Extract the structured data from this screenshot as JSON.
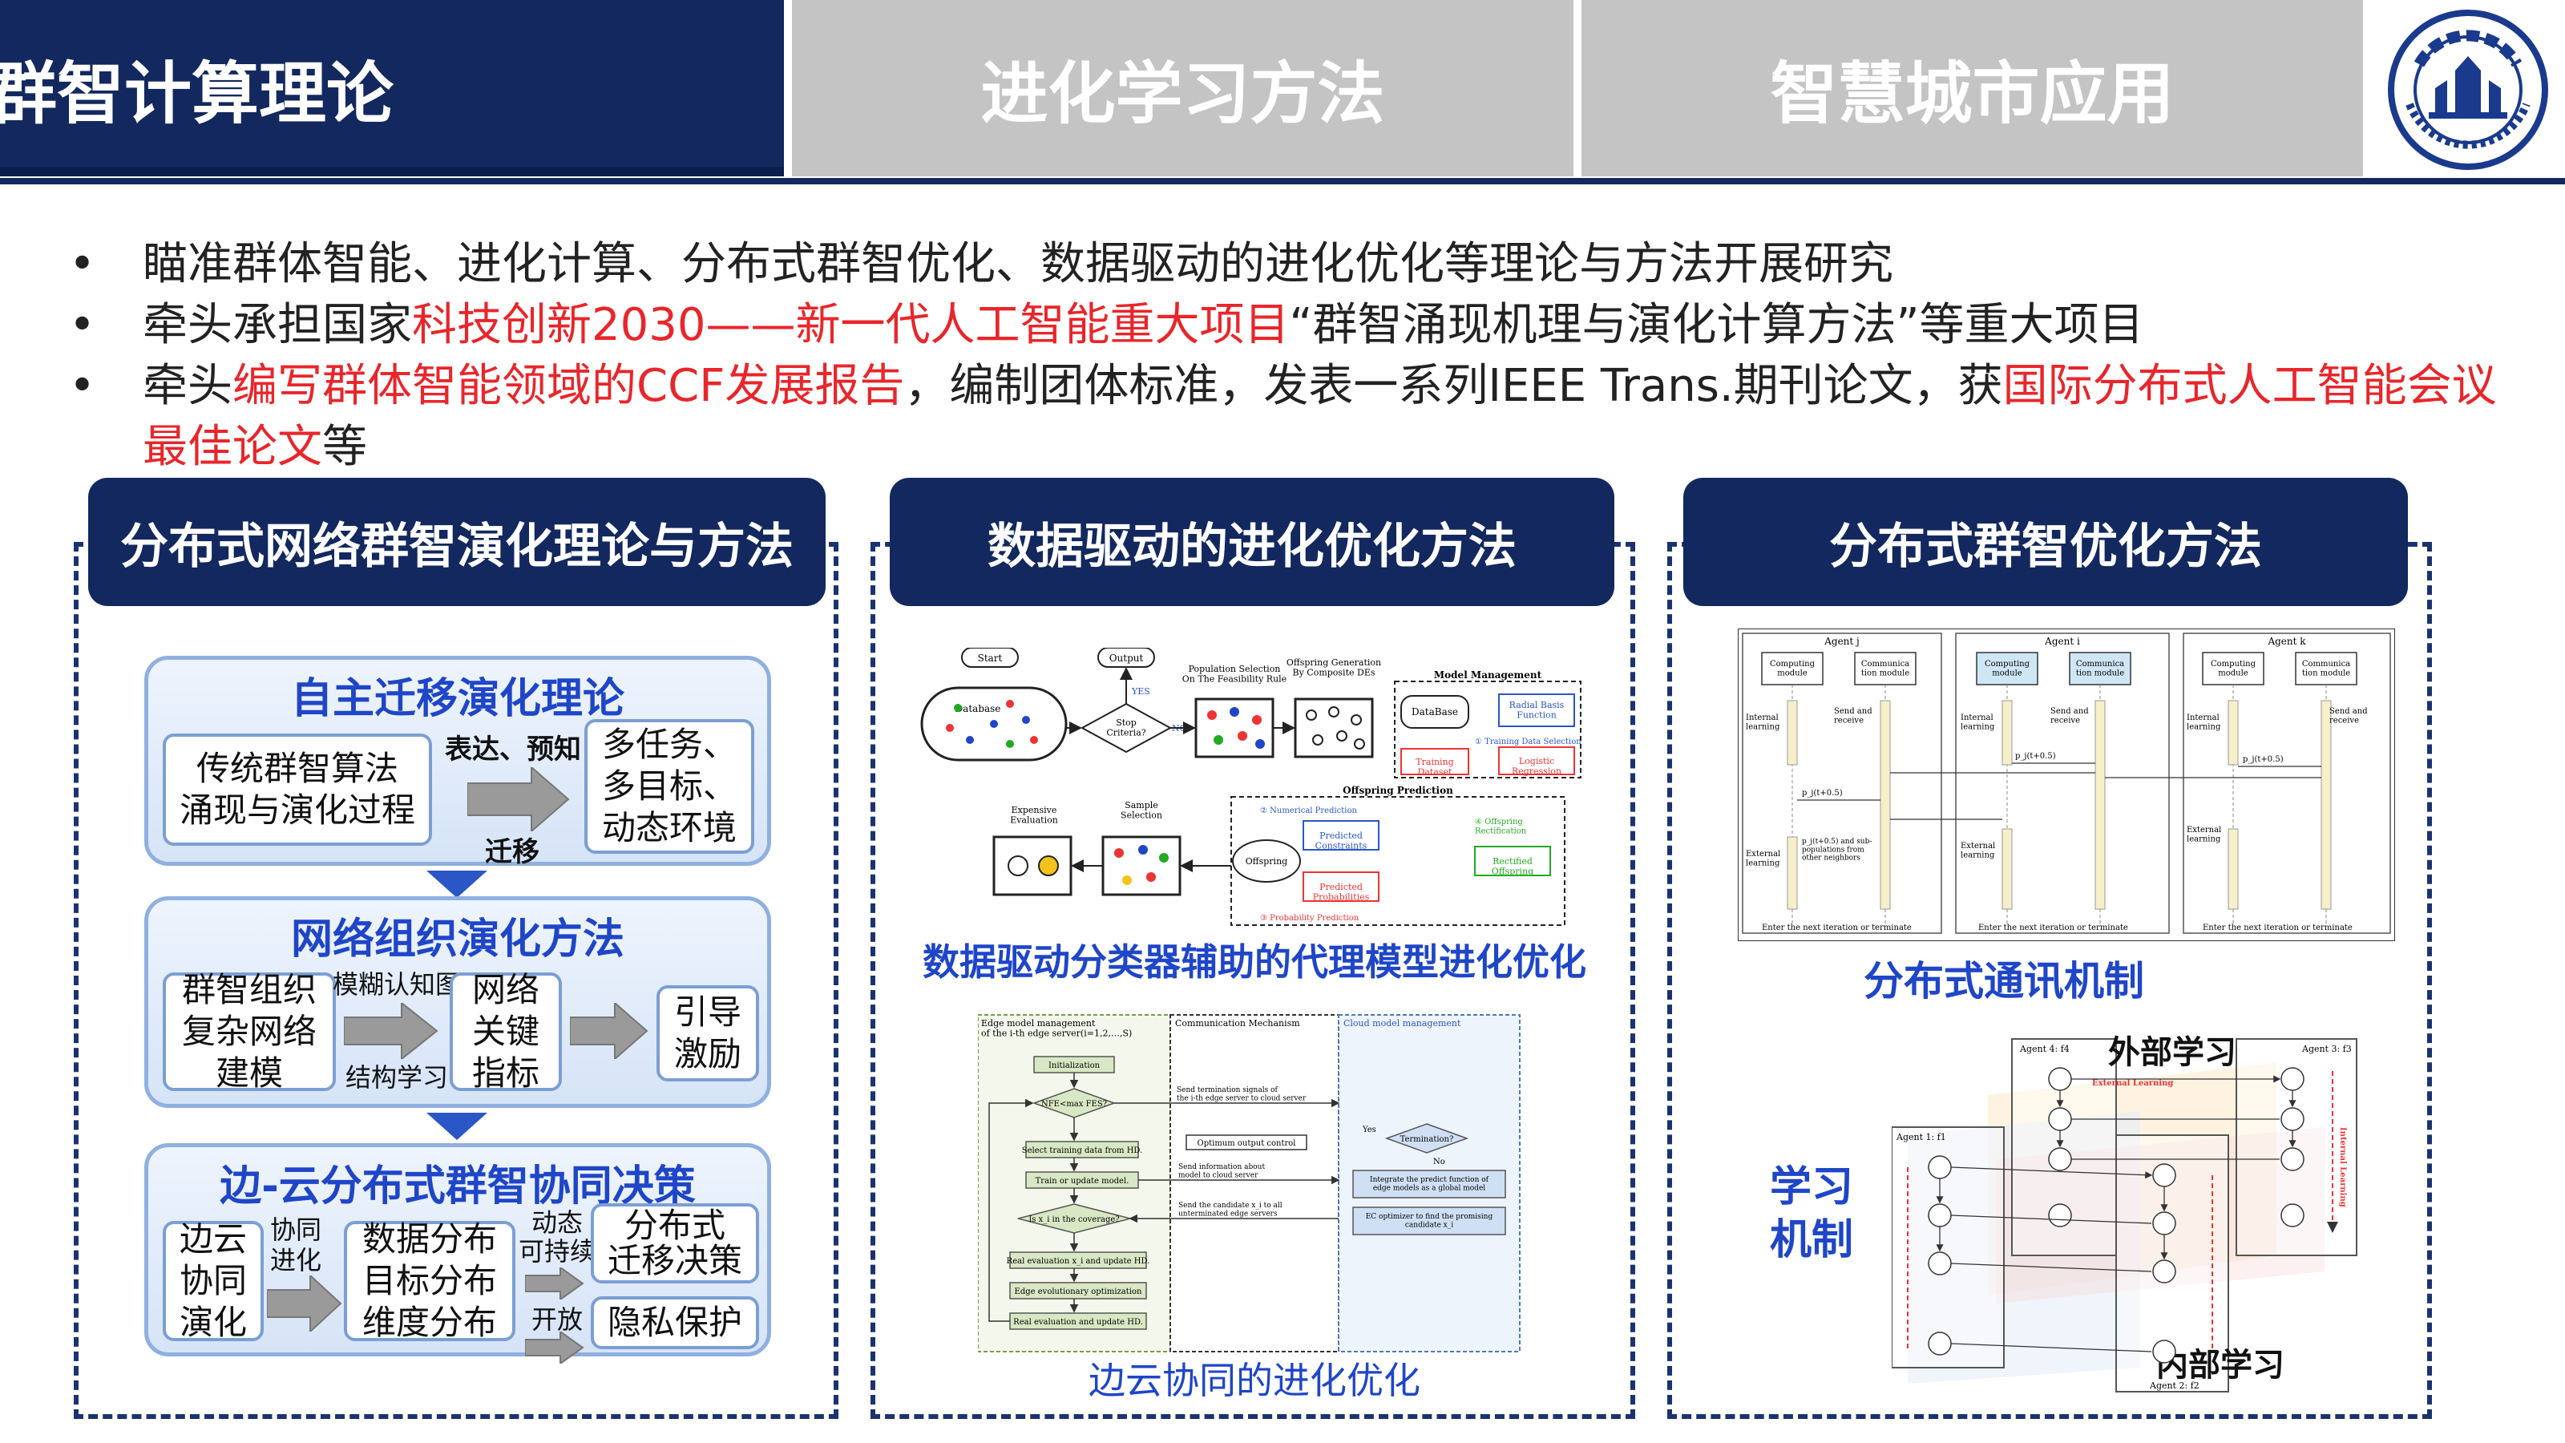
{
  "header": {
    "tabs": [
      {
        "label": "群智计算理论",
        "active": true
      },
      {
        "label": "进化学习方法",
        "active": false
      },
      {
        "label": "智慧城市应用",
        "active": false
      }
    ],
    "colors": {
      "primary": "#13285e",
      "inactive": "#c4c4c4",
      "highlight": "#e8262b",
      "accent": "#1f46c8"
    }
  },
  "bullets": [
    {
      "parts": [
        {
          "t": "瞄准群体智能、进化计算、分布式群智优化、数据驱动的进化优化等理论与方法开展研究"
        }
      ]
    },
    {
      "parts": [
        {
          "t": "牵头承担国家"
        },
        {
          "t": "科技创新2030——新一代人工智能重大项目",
          "red": true
        },
        {
          "t": "“群智涌现机理与演化计算方法”等重大项目"
        }
      ]
    },
    {
      "parts": [
        {
          "t": "牵头"
        },
        {
          "t": "编写群体智能领域的CCF发展报告",
          "red": true
        },
        {
          "t": "，编制团体标准，发表一系列IEEE Trans.期刊论文，获"
        },
        {
          "t": "国际分布式人工智能会议最佳论文",
          "red": true
        },
        {
          "t": "等"
        }
      ]
    }
  ],
  "panel1": {
    "title": "分布式网络群智演化理论与方法",
    "stage1": {
      "title": "自主迁移演化理论",
      "left": "传统群智算法\n涌现与演化过程",
      "right": "多任务、\n多目标、\n动态环境",
      "top_label": "表达、预知",
      "bottom_label": "迁移"
    },
    "stage2": {
      "title": "网络组织演化方法",
      "box1": "群智组织\n复杂网络\n建模",
      "box2": "网络\n关键\n指标",
      "box3": "引导\n激励",
      "top_label": "模糊认知图",
      "bottom_label": "结构学习"
    },
    "stage3": {
      "title": "边-云分布式群智协同决策",
      "box1": "边云\n协同\n演化",
      "label1": "协同\n进化",
      "box2": "数据分布\n目标分布\n维度分布",
      "label2": "动态\n可持续",
      "label3": "开放",
      "box3": "分布式\n迁移决策",
      "box4": "隐私保护"
    }
  },
  "panel2": {
    "title": "数据驱动的进化优化方法",
    "caption1": "数据驱动分类器辅助的代理模型进化优化",
    "caption2": "边云协同的进化优化",
    "fig1": {
      "start": "Start",
      "output": "Output",
      "database": "Database",
      "yes": "YES",
      "no": "NO",
      "stop": "Stop\nCriteria?",
      "pop_sel": "Population Selection\nOn The Feasibility Rule",
      "off_gen": "Offspring Generation\nBy Composite DEs",
      "model_mgmt": "Model Management",
      "db": "DataBase",
      "rbf": "Radial Basis\nFunction",
      "training_sel": "① Training Data Selection",
      "training_ds": "Training\nDataset",
      "logistic": "Logistic\nRegression",
      "off_pred": "Offspring Prediction",
      "num_pred": "② Numerical Prediction",
      "pred_con": "Predicted\nConstraints",
      "offspring": "Offspring",
      "pred_prob": "Predicted\nProbabilities",
      "prob_pred": "③ Probability Prediction",
      "off_rect": "④ Offspring\nRectification",
      "rect_off": "Rectified\nOffspring",
      "exp_eval": "Expensive\nEvaluation",
      "sample_sel": "Sample\nSelection"
    },
    "fig2": {
      "edge_mgmt": "Edge model management\nof the i-th edge server(i=1,2,…,S)",
      "comm": "Communication Mechanism",
      "cloud_mgmt": "Cloud model management",
      "init": "Initialization",
      "nfe": "NFE<max FES?",
      "select": "Select training data from HD.",
      "train": "Train or update model.",
      "in_cov": "Is x_i in the coverage?",
      "real_eval": "Real evaluation x_i and update HD.",
      "edge_evo": "Edge evolutionary optimization",
      "real_eval2": "Real evaluation and update HD.",
      "send_term": "Send termination signals of\nthe i-th edge server to cloud server",
      "opt_ctrl": "Optimum output control",
      "send_info": "Send information about\nmodel to cloud server",
      "send_cand": "Send the candidate x_i to all\nunterminated edge servers",
      "termination": "Termination?",
      "integrate": "Integrate the predict function of\nedge models as a global model",
      "ec_opt": "EC optimizer to find the promising\ncandidate x_i",
      "yes": "Yes",
      "no": "No"
    }
  },
  "panel3": {
    "title": "分布式群智优化方法",
    "caption1": "分布式通讯机制",
    "caption2": "学习\n机制",
    "fig1": {
      "agents": [
        "Agent j",
        "Agent i",
        "Agent k"
      ],
      "computing": "Computing\nmodule",
      "communication": "Communica\ntion module",
      "internal": "Internal\nlearning",
      "external": "External\nlearning",
      "send_recv": "Send and\nreceive",
      "p_t05": "p_j(t+0.5)",
      "sub_pop": "p_j(t+0.5) and sub-\npopulations from\nother neighbors",
      "next": "Enter the next iteration or terminate"
    },
    "fig2": {
      "ext_learning": "外部学习",
      "int_learning": "内部学习",
      "agent4": "Agent 4: f4",
      "agent3": "Agent 3: f3",
      "agent1": "Agent 1: f1",
      "agent2": "Agent 2: f2",
      "ext_label": "External Learning",
      "int_label": "Internal Learning"
    }
  }
}
